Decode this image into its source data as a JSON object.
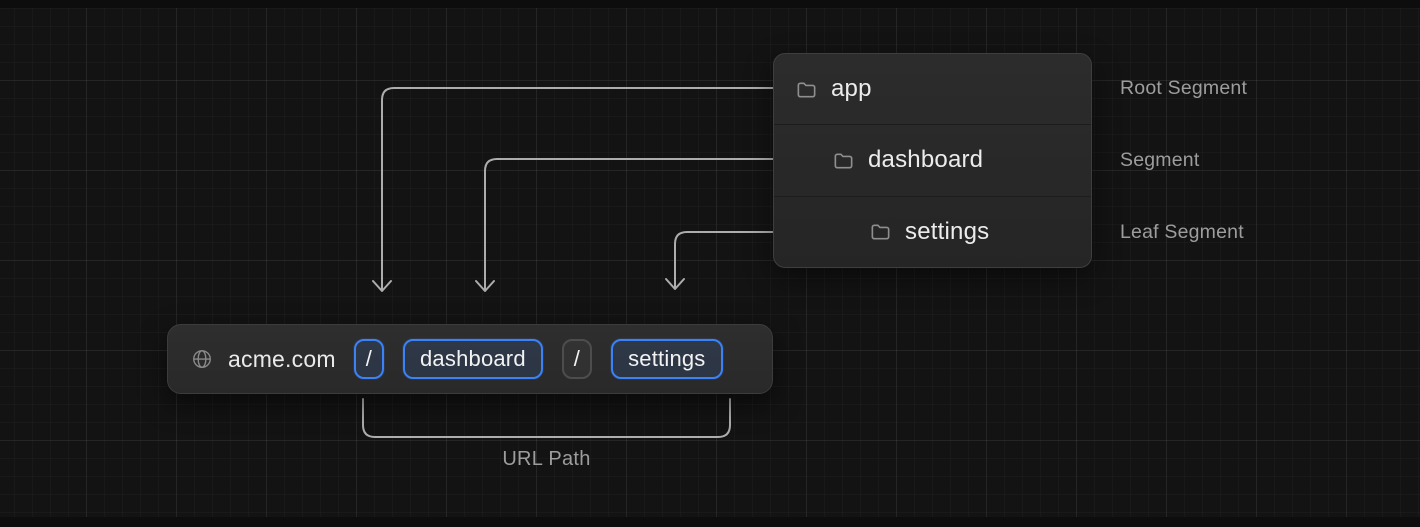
{
  "panel": {
    "rows": [
      {
        "name": "app",
        "annotation": "Root Segment"
      },
      {
        "name": "dashboard",
        "annotation": "Segment"
      },
      {
        "name": "settings",
        "annotation": "Leaf Segment"
      }
    ]
  },
  "url_bar": {
    "domain": "acme.com",
    "segments": [
      {
        "text": "/",
        "variant": "blue"
      },
      {
        "text": "dashboard",
        "variant": "blue"
      },
      {
        "text": "/",
        "variant": "gray"
      },
      {
        "text": "settings",
        "variant": "blue"
      }
    ]
  },
  "bracket": {
    "label": "URL Path"
  },
  "colors": {
    "background": "#131313",
    "accent_blue": "#3b82f6",
    "arrow": "#adadad",
    "panel_background": "#282828",
    "text_primary": "#ececec",
    "text_muted": "#9d9d9d"
  }
}
